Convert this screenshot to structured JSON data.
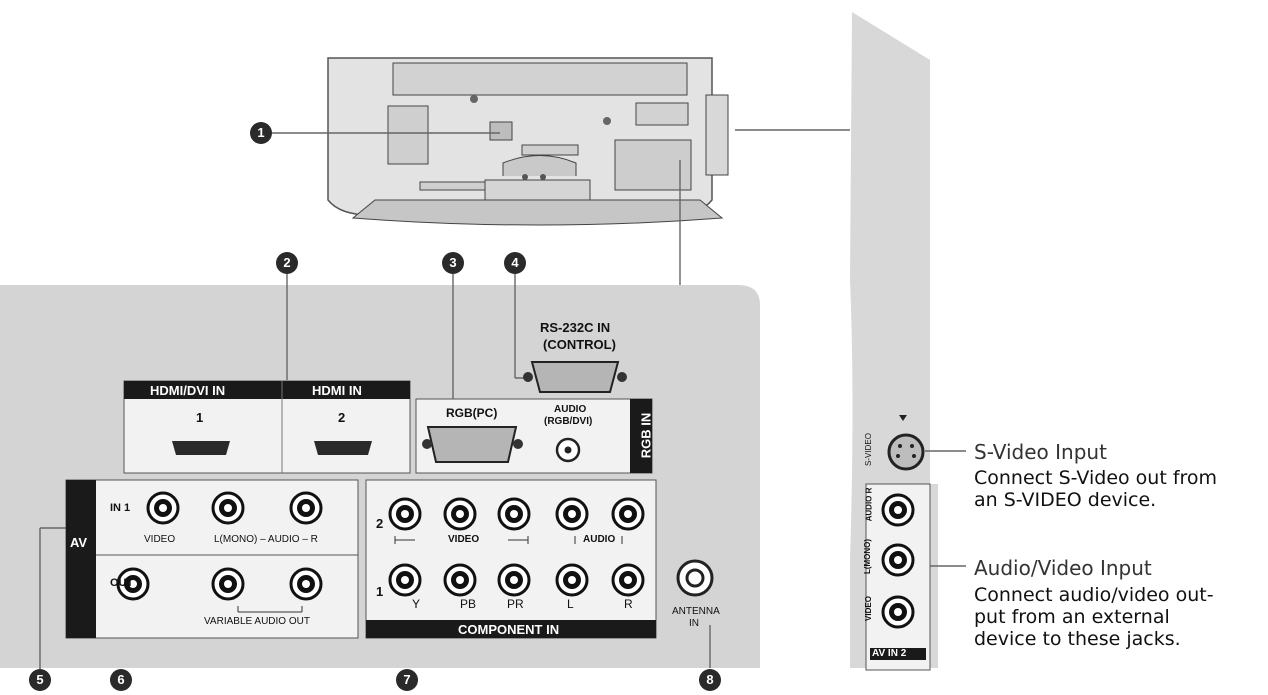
{
  "callouts": [
    {
      "number": "1"
    },
    {
      "number": "2"
    },
    {
      "number": "3"
    },
    {
      "number": "4"
    },
    {
      "number": "5"
    },
    {
      "number": "6"
    },
    {
      "number": "7"
    },
    {
      "number": "8"
    }
  ],
  "hdmi": {
    "header1": "HDMI/DVI IN",
    "header2": "HDMI IN",
    "port1": "1",
    "port2": "2"
  },
  "rs232": {
    "line1": "RS-232C IN",
    "line2": "(CONTROL)"
  },
  "rgb": {
    "rgb_pc": "RGB(PC)",
    "audio_line1": "AUDIO",
    "audio_line2": "(RGB/DVI)",
    "side_label": "RGB IN"
  },
  "av": {
    "side_label": "AV",
    "in1": "IN 1",
    "video": "VIDEO",
    "audio_caption": "L(MONO) – AUDIO – R",
    "out": "OUT",
    "variable_audio_out": "VARIABLE AUDIO OUT"
  },
  "component": {
    "row2": "2",
    "row1": "1",
    "video_group": "VIDEO",
    "audio_group": "AUDIO",
    "y": "Y",
    "pb": "PB",
    "pr": "PR",
    "l": "L",
    "r": "R",
    "footer": "COMPONENT IN"
  },
  "antenna": {
    "line1": "ANTENNA",
    "line2": "IN"
  },
  "side_panel": {
    "svideo": "S-VIDEO",
    "audio_r": "AUDIO R",
    "audio_l": "L(MONO)",
    "video": "VIDEO",
    "av_in2": "AV IN 2"
  },
  "descriptions": {
    "svideo_title": "S-Video Input",
    "svideo_body": "Connect S-Video out from\nan S-VIDEO device.",
    "av_title": "Audio/Video Input",
    "av_body": "Connect audio/video out-\nput from an external\ndevice to these jacks."
  }
}
